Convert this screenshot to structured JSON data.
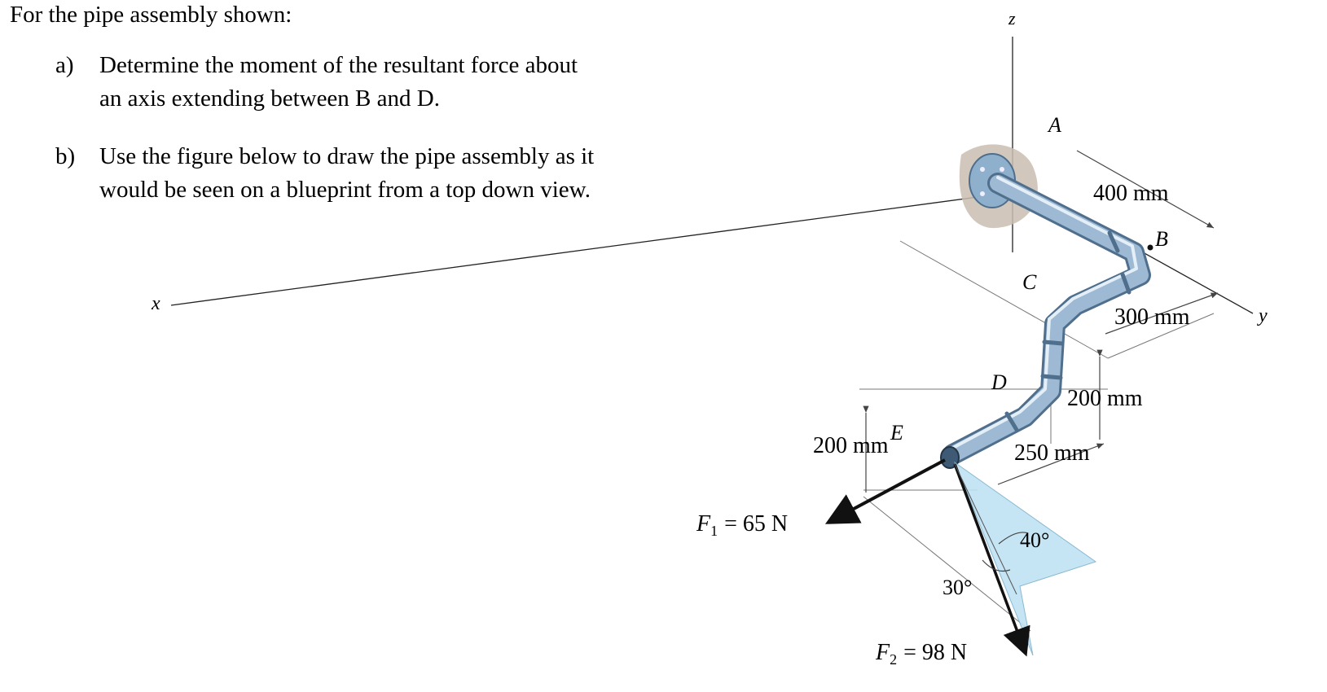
{
  "problem": {
    "intro": "For the pipe assembly shown:",
    "parts": [
      {
        "label": "a)",
        "line1": "Determine the moment of the resultant force about",
        "line2": "an axis extending between B and D."
      },
      {
        "label": "b)",
        "line1": "Use the figure below to draw the pipe assembly as it",
        "line2": "would be seen on a blueprint from a top down view."
      }
    ]
  },
  "figure": {
    "axes": {
      "x": "x",
      "y": "y",
      "z": "z"
    },
    "points": {
      "A": "A",
      "B": "B",
      "C": "C",
      "D": "D",
      "E": "E"
    },
    "dimensions": {
      "d400": "400 mm",
      "d300": "300 mm",
      "d200_right": "200 mm",
      "d250": "250 mm",
      "d200_left": "200 mm"
    },
    "angles": {
      "a40": "40°",
      "a30": "30°"
    },
    "forces": {
      "F1": {
        "symbol": "F",
        "subscript": "1",
        "value": "= 65 N"
      },
      "F2": {
        "symbol": "F",
        "subscript": "2",
        "value": "= 98 N"
      }
    },
    "colors": {
      "pipe": "#9db9d3",
      "pipe_dark": "#5d7f9f",
      "pipe_light": "#e3eef7",
      "wall": "#c9bdb0",
      "plane": "#bfe3f5"
    }
  }
}
